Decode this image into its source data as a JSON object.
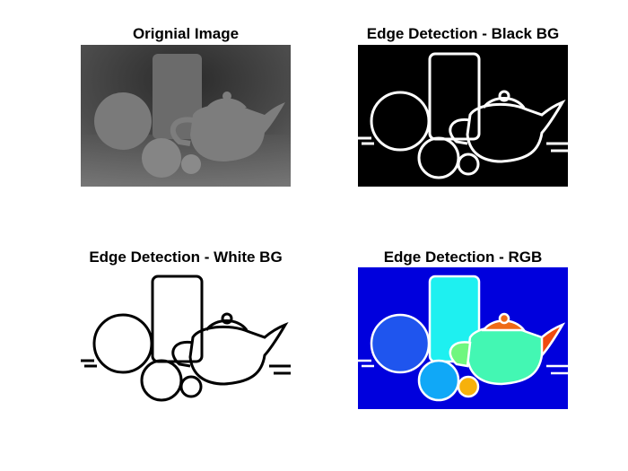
{
  "figure": {
    "panels": [
      {
        "title": "Orignial Image",
        "style": "grayscale",
        "background": "#1a1a1a"
      },
      {
        "title": "Edge Detection - Black BG",
        "style": "edges-black",
        "background": "#000000",
        "stroke": "#ffffff"
      },
      {
        "title": "Edge Detection - White BG",
        "style": "edges-white",
        "background": "#ffffff",
        "stroke": "#000000"
      },
      {
        "title": "Edge Detection - RGB",
        "style": "rgb",
        "background": "#0000dd"
      }
    ],
    "rgb_colors": {
      "background": "#0000dd",
      "cylinder": "#1ef0f0",
      "big_sphere": "#1f55ee",
      "teapot": "#43f7b3",
      "teapot_lid": "#ef6a16",
      "spout": "#f04a10",
      "medium_sphere": "#10a8f7",
      "small_sphere": "#f7b10c",
      "handle": "#6ff77e"
    }
  }
}
